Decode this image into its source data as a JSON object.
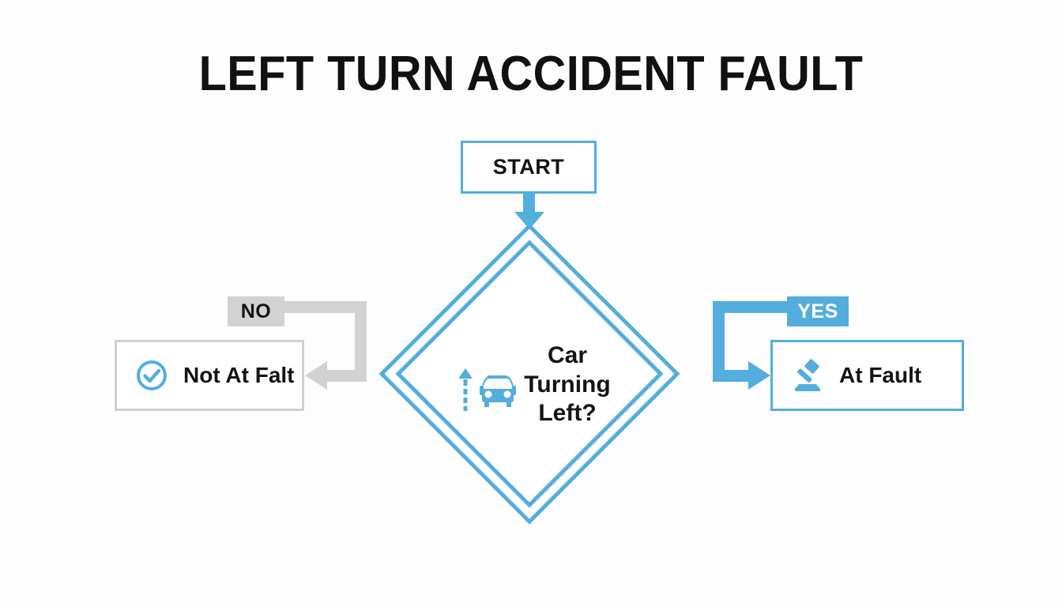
{
  "page": {
    "title": "LEFT TURN ACCIDENT FAULT",
    "background_color": "#fdfdfd"
  },
  "colors": {
    "accent_blue": "#53aedd",
    "neutral_gray": "#d2d2d2",
    "box_border_gray": "#cfcfcf",
    "text_black": "#141414",
    "white": "#ffffff"
  },
  "flowchart": {
    "start": {
      "label": "START",
      "border_color": "#53aedd"
    },
    "decision": {
      "text": "Car\nTurning\nLeft?",
      "icon": "car-front-icon",
      "arrow_icon": "dashed-up-arrow-icon",
      "border_color": "#53aedd",
      "shape": "diamond-double-outline"
    },
    "branches": [
      {
        "answer": "NO",
        "chip_background": "#d2d2d2",
        "chip_text_color": "#141414",
        "connector_color": "#d2d2d2",
        "outcome_label": "Not At Falt",
        "outcome_icon": "check-circle-icon",
        "outcome_border_color": "#cfcfcf",
        "side": "left"
      },
      {
        "answer": "YES",
        "chip_background": "#53aedd",
        "chip_text_color": "#ffffff",
        "connector_color": "#53aedd",
        "outcome_label": "At Fault",
        "outcome_icon": "gavel-icon",
        "outcome_border_color": "#53aedd",
        "side": "right"
      }
    ]
  }
}
